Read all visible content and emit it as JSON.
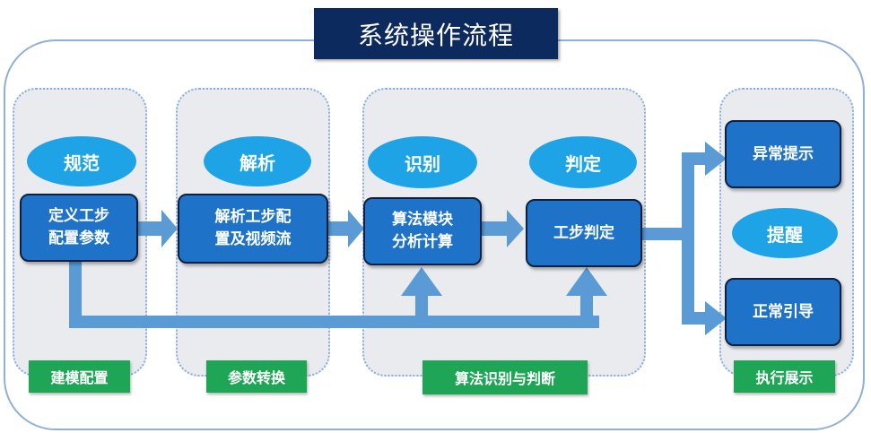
{
  "title": "系统操作流程",
  "stages": [
    {
      "tag": "建模配置",
      "bubble": "规范",
      "box_lines": [
        "定义工步",
        "配置参数"
      ]
    },
    {
      "tag": "参数转换",
      "bubble": "解析",
      "box_lines": [
        "解析工步配",
        "置及视频流"
      ]
    },
    {
      "tag": "算法识别与判断",
      "bubbles": [
        "识别",
        "判定"
      ],
      "boxes": [
        [
          "算法模块",
          "分析计算"
        ],
        [
          "工步判定"
        ]
      ]
    },
    {
      "tag": "执行展示",
      "bubble": "提醒",
      "boxes": [
        "异常提示",
        "正常引导"
      ]
    }
  ],
  "colors": {
    "title_bg": "#0d2a5e",
    "bubble": "#1ea4e6",
    "box": "#1e73c8",
    "arrow": "#5b9bd5",
    "tag": "#1fa556",
    "panel": "#e9ebef"
  }
}
